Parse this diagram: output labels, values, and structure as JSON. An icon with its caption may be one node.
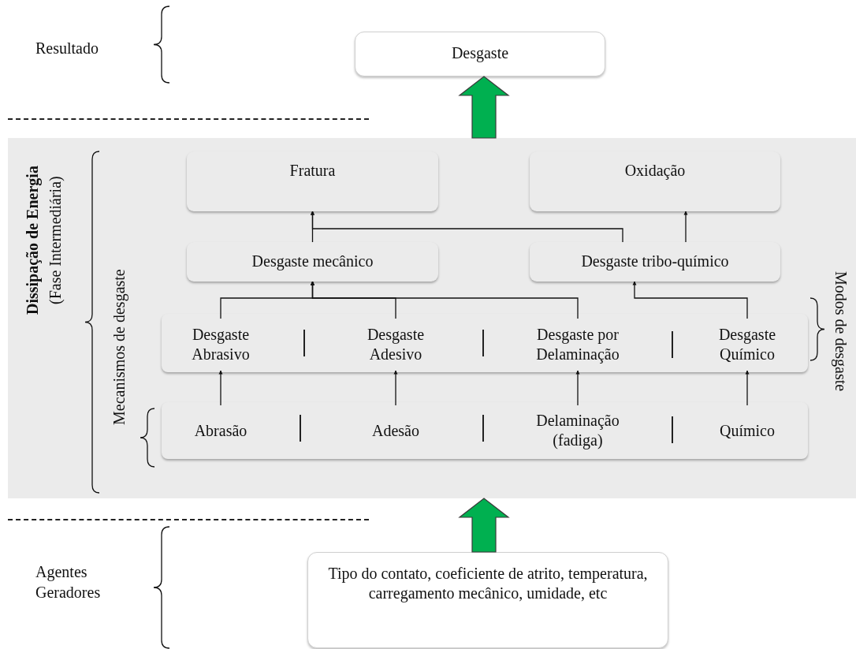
{
  "diagram": {
    "nodes": [
      {
        "text": [
          "Desgaste"
        ]
      },
      {
        "text": [
          "Dissipação de Energia",
          "(Fase Intermediária)"
        ]
      },
      {
        "text": [
          "Fratura"
        ],
        "in": 1
      },
      {
        "text": [
          "Oxidação"
        ],
        "in": 1
      },
      {
        "text": [
          "Desgaste mecânico"
        ],
        "in": 1
      },
      {
        "text": [
          "Desgaste tribo-químico"
        ],
        "in": 1
      },
      {
        "text": [],
        "shape": "box",
        "in": 1
      },
      {
        "text": [
          "Desgaste Abrasivo"
        ],
        "in": 6
      },
      {
        "text": [
          "Desgaste Adesivo"
        ],
        "in": 6
      },
      {
        "text": [
          "Desgaste por Delaminação"
        ],
        "in": 6
      },
      {
        "text": [
          "Desgaste Químico"
        ],
        "in": 6
      },
      {
        "text": [],
        "shape": "box",
        "in": 1
      },
      {
        "text": [
          "Abrasão"
        ],
        "in": 11
      },
      {
        "text": [
          "Adesão"
        ],
        "in": 11
      },
      {
        "text": [
          "Delaminação (fadiga)"
        ],
        "in": 11
      },
      {
        "text": [
          "Químico"
        ],
        "in": 11
      },
      {
        "text": [
          "Tipo do contato, coeficiente de atrito, temperatura, carregamento mecânico, umidade, etc"
        ]
      }
    ],
    "edges": [
      {
        "from": 16,
        "to": 1,
        "arrow": "to",
        "style": "thick",
        "color": "#00b050"
      },
      {
        "from": 1,
        "to": 0,
        "arrow": "to",
        "style": "thick",
        "color": "#00b050"
      },
      {
        "from": 12,
        "to": 7,
        "arrow": "to"
      },
      {
        "from": 13,
        "to": 8,
        "arrow": "to"
      },
      {
        "from": 14,
        "to": 9,
        "arrow": "to"
      },
      {
        "from": 15,
        "to": 10,
        "arrow": "to"
      },
      {
        "from": 7,
        "to": 4,
        "arrow": "to"
      },
      {
        "from": 8,
        "to": 4,
        "arrow": "to"
      },
      {
        "from": 9,
        "to": 4,
        "arrow": "to"
      },
      {
        "from": 10,
        "to": 5,
        "arrow": "to"
      },
      {
        "from": 4,
        "to": 2,
        "arrow": "to"
      },
      {
        "from": 5,
        "to": 2,
        "arrow": "to"
      },
      {
        "from": 5,
        "to": 3,
        "arrow": "to"
      }
    ],
    "labels": [
      "Resultado",
      "Mecanismos de desgaste",
      "Modos de desgaste",
      "Agentes Geradores"
    ]
  }
}
